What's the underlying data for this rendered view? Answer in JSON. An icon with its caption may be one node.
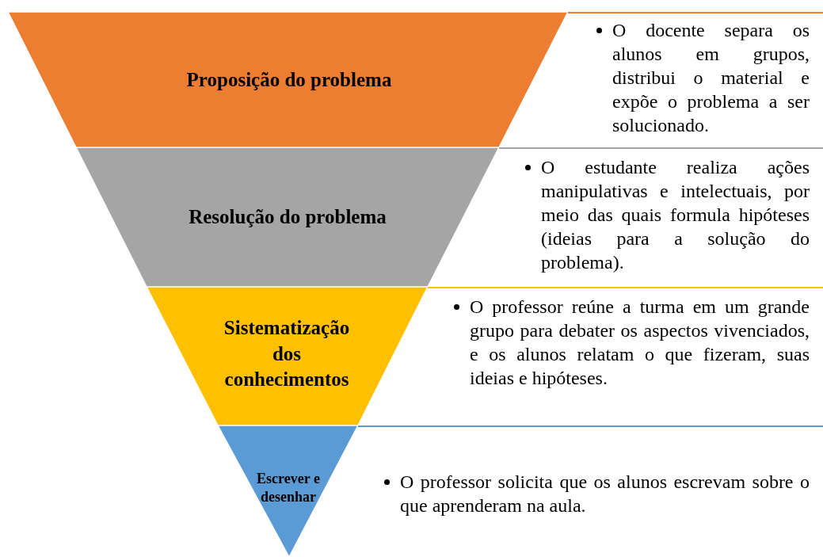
{
  "diagram": {
    "nodes": [
      {
        "text": [
          "Proposição do problema"
        ]
      },
      {
        "text": [
          "O docente separa os alunos em grupos, distribui o material e expõe o problema a ser solucionado."
        ]
      },
      {
        "text": [
          "Resolução do problema"
        ]
      },
      {
        "text": [
          "O estudante realiza ações manipulativas e intelectuais, por meio das quais formula hipóteses (ideias para a solução do problema)."
        ]
      },
      {
        "text": [
          "Sistematização dos conhecimentos"
        ]
      },
      {
        "text": [
          "O professor reúne a turma em um grande grupo para debater os aspectos vivenciados, e os alunos relatam o que fizeram, suas ideias e hipóteses."
        ]
      },
      {
        "text": [
          "Escrever e desenhar"
        ]
      },
      {
        "text": [
          "O professor solicita que os alunos escrevam sobre o que aprenderam na aula."
        ]
      }
    ]
  }
}
